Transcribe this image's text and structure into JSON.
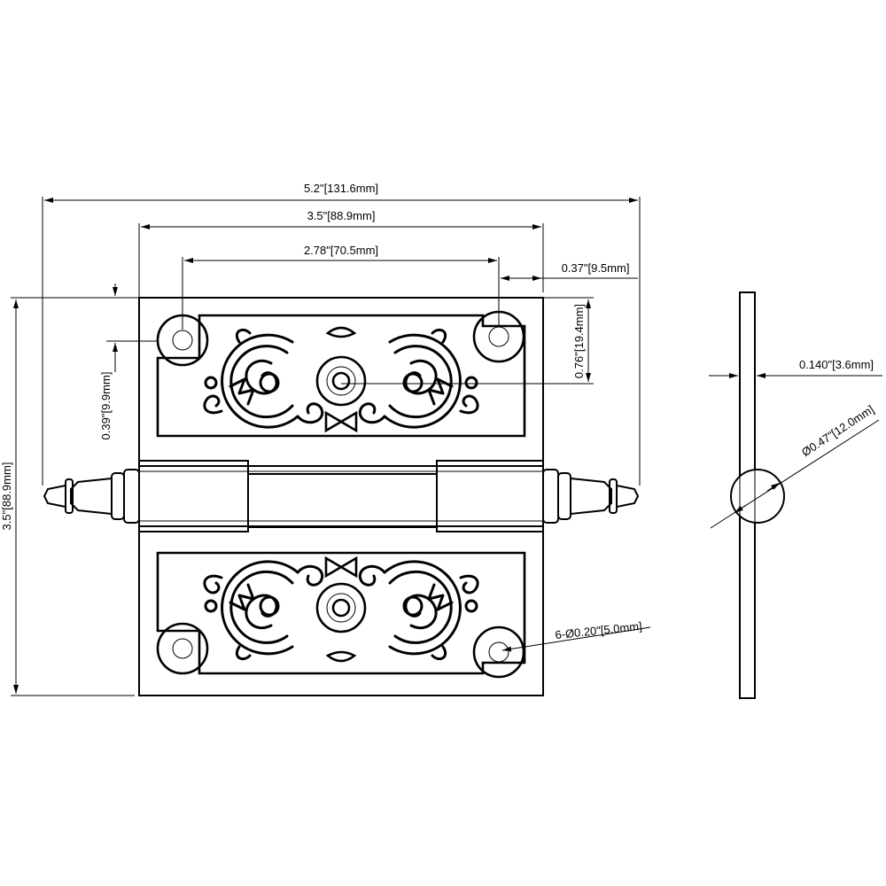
{
  "dimensions": {
    "overall_width": "5.2\"[131.6mm]",
    "leaf_width": "3.5\"[88.9mm]",
    "hole_spacing": "2.78\"[70.5mm]",
    "hole_edge_offset": "0.37\"[9.5mm]",
    "center_hole_offset": "0.76\"[19.4mm]",
    "hole_top_offset": "0.39\"[9.9mm]",
    "height": "3.5\"[88.9mm]",
    "thickness": "0.140\"[3.6mm]",
    "knuckle_diameter": "Ø0.47\"[12.0mm]",
    "screw_holes": "6-Ø0.20\"[5.0mm]"
  }
}
